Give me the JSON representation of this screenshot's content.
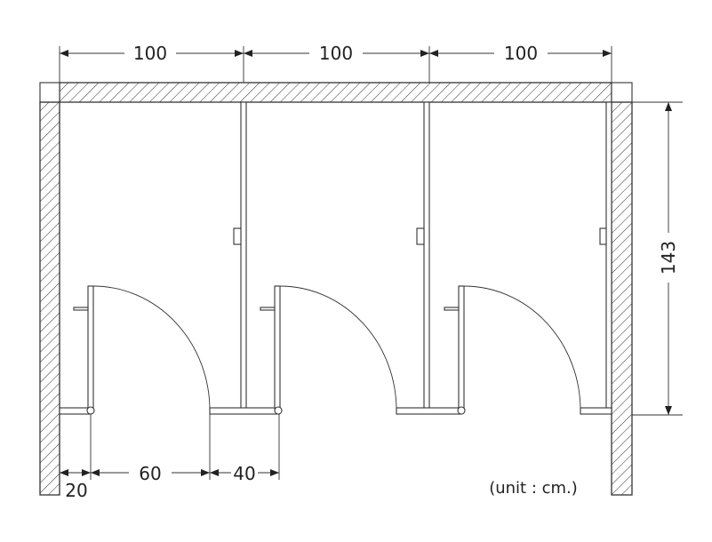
{
  "diagram": {
    "top_dimensions": [
      "100",
      "100",
      "100"
    ],
    "depth_dimension": "143",
    "bottom_dimensions": {
      "wall_offset": "20",
      "door_width": "60",
      "panel_width": "40"
    },
    "unit_note": "(unit : cm.)",
    "stall_count": 3
  }
}
